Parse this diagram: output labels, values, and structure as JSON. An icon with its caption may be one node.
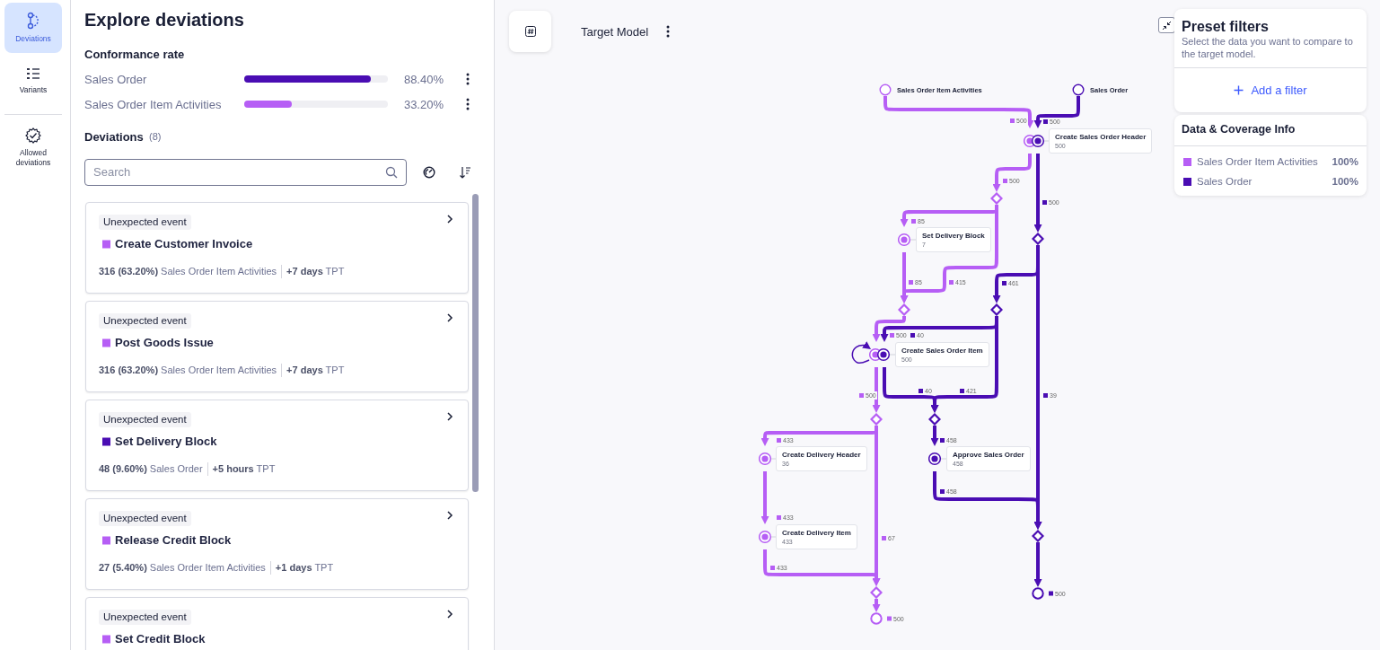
{
  "diagram": {
    "nodes": [
      {
        "text": [
          "Sales Order Item Activities"
        ]
      },
      {
        "text": [
          "Sales Order"
        ]
      },
      {
        "text": [
          "Create Sales Order Header",
          "500"
        ]
      },
      {
        "text": [],
        "shape": "diamond"
      },
      {
        "text": [],
        "shape": "diamond"
      },
      {
        "text": [
          "Set Delivery Block",
          "7"
        ]
      },
      {
        "text": [],
        "shape": "diamond"
      },
      {
        "text": [],
        "shape": "diamond"
      },
      {
        "text": [
          "Create Sales Order Item",
          "500"
        ]
      },
      {
        "text": [],
        "shape": "diamond"
      },
      {
        "text": [],
        "shape": "diamond"
      },
      {
        "text": [
          "Create Delivery Header",
          "36"
        ]
      },
      {
        "text": [
          "Approve Sales Order",
          "458"
        ]
      },
      {
        "text": [
          "Create Delivery Item",
          "433"
        ]
      },
      {
        "text": [],
        "shape": "diamond"
      },
      {
        "text": [],
        "shape": "diamond"
      },
      {
        "text": [],
        "shape": "circle",
        "beside": [
          "500"
        ]
      },
      {
        "text": [],
        "shape": "circle",
        "beside": [
          "500"
        ]
      }
    ],
    "edges": [
      {
        "from": 0,
        "to": 2,
        "arrow": "to",
        "label": "500"
      },
      {
        "from": 1,
        "to": 2,
        "arrow": "to",
        "label": "500",
        "color": "#4a0db3"
      },
      {
        "from": 2,
        "to": 3,
        "arrow": "to",
        "label": "500"
      },
      {
        "from": 2,
        "to": 4,
        "arrow": "to",
        "label": "500",
        "color": "#4a0db3"
      },
      {
        "from": 3,
        "to": 5,
        "arrow": "to",
        "label": "85"
      },
      {
        "from": 3,
        "to": 6,
        "arrow": "to",
        "label": "415"
      },
      {
        "from": 5,
        "to": 6,
        "arrow": "to",
        "label": "85"
      },
      {
        "from": 4,
        "to": 7,
        "arrow": "to",
        "label": "461",
        "color": "#4a0db3"
      },
      {
        "from": 4,
        "to": 14,
        "arrow": "to",
        "label": "39",
        "color": "#4a0db3"
      },
      {
        "from": 6,
        "to": 8,
        "arrow": "to",
        "label": "500"
      },
      {
        "from": 7,
        "to": 8,
        "arrow": "to",
        "label": "40",
        "color": "#4a0db3"
      },
      {
        "from": 8,
        "to": 8,
        "arrow": "to",
        "color": "#4a0db3"
      },
      {
        "from": 8,
        "to": 9,
        "arrow": "to",
        "label": "500"
      },
      {
        "from": 8,
        "to": 10,
        "arrow": "to",
        "label": "40",
        "color": "#4a0db3"
      },
      {
        "from": 7,
        "to": 10,
        "arrow": "to",
        "label": "421",
        "color": "#4a0db3"
      },
      {
        "from": 10,
        "to": 12,
        "arrow": "to",
        "label": "458",
        "color": "#4a0db3"
      },
      {
        "from": 12,
        "to": 14,
        "arrow": "to",
        "label": "458",
        "color": "#4a0db3"
      },
      {
        "from": 9,
        "to": 11,
        "arrow": "to",
        "label": "433"
      },
      {
        "from": 9,
        "to": 15,
        "arrow": "to",
        "label": "67"
      },
      {
        "from": 11,
        "to": 13,
        "arrow": "to",
        "label": "433"
      },
      {
        "from": 13,
        "to": 15,
        "arrow": "to",
        "label": "433"
      },
      {
        "from": 14,
        "to": 16,
        "arrow": "to",
        "color": "#4a0db3"
      },
      {
        "from": 15,
        "to": 17,
        "arrow": "to"
      }
    ],
    "labels": [
      "Deviations",
      "Variants",
      "Allowed deviations",
      "Explore deviations",
      "Conformance rate",
      "Sales Order",
      "88.40%",
      "Sales Order Item Activities",
      "33.20%",
      "Deviations",
      "(8)",
      "Search",
      "Unexpected event",
      "Create Customer Invoice",
      "**316 (63.20%)** Sales Order Item Activities",
      "**+7 days** TPT",
      "Unexpected event",
      "Post Goods Issue",
      "**316 (63.20%)** Sales Order Item Activities",
      "**+7 days** TPT",
      "Unexpected event",
      "Set Delivery Block",
      "**48 (9.60%)** Sales Order",
      "**+5 hours** TPT",
      "Unexpected event",
      "Release Credit Block",
      "**27 (5.40%)** Sales Order Item Activities",
      "**+1 days** TPT",
      "Unexpected event",
      "Set Credit Block",
      "Target Model",
      "Preset filters",
      "Select the data you want to compare to the target model.",
      "Add a filter",
      "Data & Coverage Info",
      "100%",
      "100%"
    ],
    "legend": [
      {
        "text": "Sales Order Item Activities",
        "color": "#b65ef5"
      },
      {
        "text": "Sales Order",
        "color": "#4a0db3"
      }
    ]
  }
}
